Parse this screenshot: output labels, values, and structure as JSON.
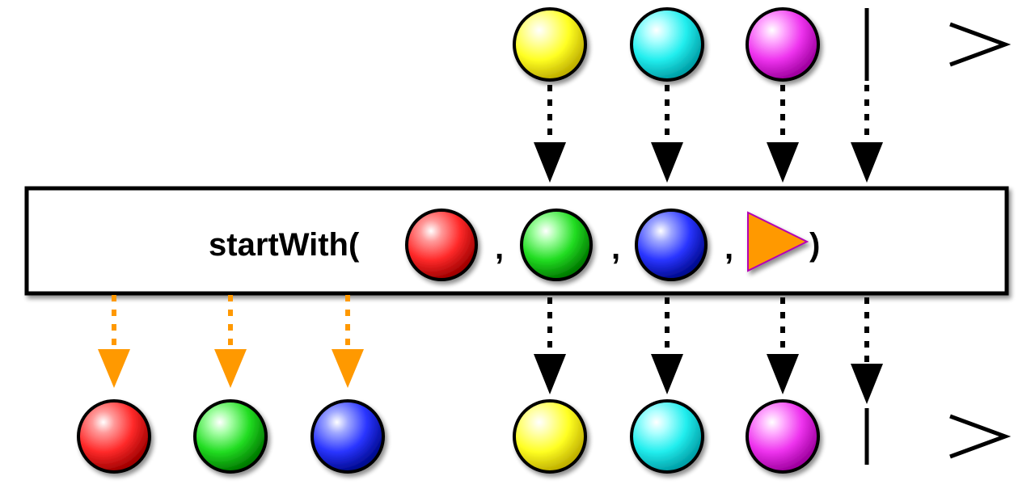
{
  "diagram": {
    "operator": {
      "name": "startWith(",
      "separators": [
        ",",
        ",",
        ","
      ],
      "close": ")",
      "start_items": [
        {
          "color": "#ff2a2a",
          "name": "red-marble"
        },
        {
          "color": "#22dd22",
          "name": "green-marble"
        },
        {
          "color": "#2a35ff",
          "name": "blue-marble"
        }
      ],
      "source_marker": {
        "shape": "triangle",
        "color": "#ff9900"
      }
    },
    "source_stream": {
      "items": [
        {
          "color": "#ffff22",
          "name": "yellow-marble"
        },
        {
          "color": "#22eeee",
          "name": "cyan-marble"
        },
        {
          "color": "#ee33ee",
          "name": "magenta-marble"
        }
      ],
      "completes": true
    },
    "result_stream": {
      "items": [
        {
          "color": "#ff2a2a",
          "name": "red-marble"
        },
        {
          "color": "#22dd22",
          "name": "green-marble"
        },
        {
          "color": "#2a35ff",
          "name": "blue-marble"
        },
        {
          "color": "#ffff22",
          "name": "yellow-marble"
        },
        {
          "color": "#22eeee",
          "name": "cyan-marble"
        },
        {
          "color": "#ee33ee",
          "name": "magenta-marble"
        }
      ],
      "completes": true
    },
    "colors": {
      "line": "#000000",
      "inserted_arrow": "#ff9900",
      "passthrough_arrow": "#000000"
    }
  }
}
